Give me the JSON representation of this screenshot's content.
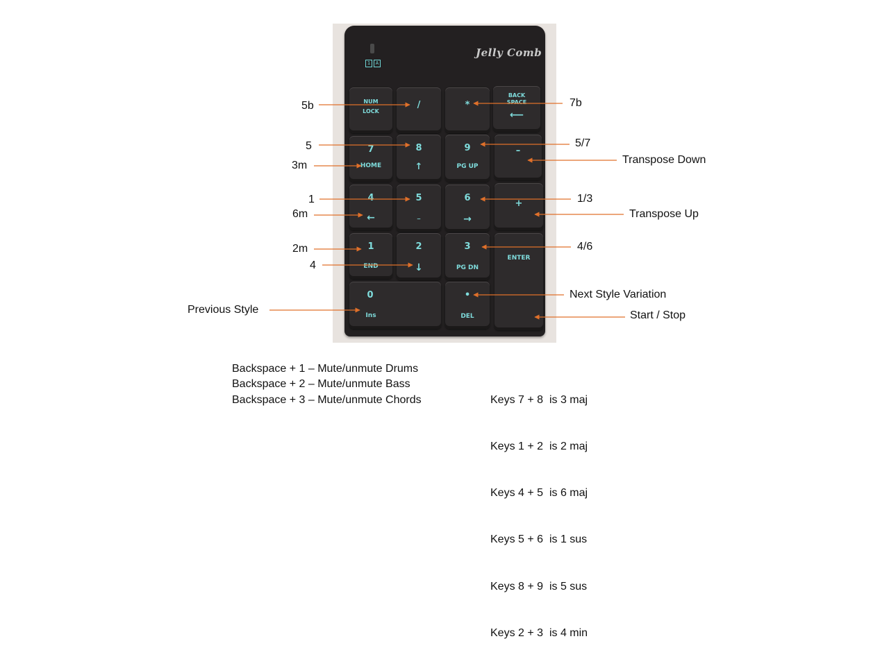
{
  "brand": "Jelly Comb",
  "indicator": [
    "1",
    "A"
  ],
  "keys": {
    "numlock": {
      "top": "NUM",
      "bot": "LOCK"
    },
    "slash": {
      "top": "/"
    },
    "star": {
      "top": "*"
    },
    "backspace": {
      "top": "BACK",
      "mid": "SPACE",
      "bot": "⟵"
    },
    "k7": {
      "top": "7",
      "bot": "HOME"
    },
    "k8": {
      "top": "8",
      "bot": "↑"
    },
    "k9": {
      "top": "9",
      "bot": "PG UP"
    },
    "minus": {
      "top": "–"
    },
    "k4": {
      "top": "4",
      "bot": "←"
    },
    "k5": {
      "top": "5",
      "bot": "_"
    },
    "k6": {
      "top": "6",
      "bot": "→"
    },
    "plus": {
      "top": "+"
    },
    "k1": {
      "top": "1",
      "bot": "END"
    },
    "k2": {
      "top": "2",
      "bot": "↓"
    },
    "k3": {
      "top": "3",
      "bot": "PG DN"
    },
    "enter": {
      "mid": "ENTER"
    },
    "k0": {
      "top": "0",
      "bot": "Ins"
    },
    "dot": {
      "top": "•",
      "bot": "DEL"
    }
  },
  "labels": {
    "l_5b": "5b",
    "l_5": "5",
    "l_3m": "3m",
    "l_1": "1",
    "l_6m": "6m",
    "l_2m": "2m",
    "l_4": "4",
    "l_prev": "Previous Style",
    "r_7b": "7b",
    "r_57": "5/7",
    "r_tdown": "Transpose Down",
    "r_13": "1/3",
    "r_tup": "Transpose Up",
    "r_46": "4/6",
    "r_next": "Next Style Variation",
    "r_start": "Start / Stop"
  },
  "mute_notes": [
    "Backspace + 1 – Mute/unmute Drums",
    "Backspace + 2 – Mute/unmute Bass",
    "Backspace + 3 – Mute/unmute Chords"
  ],
  "chord_notes": [
    "Keys 7 + 8  is 3 maj",
    "Keys 1 + 2  is 2 maj",
    "Keys 4 + 5  is 6 maj",
    "Keys 5 + 6  is 1 sus",
    "Keys 8 + 9  is 5 sus",
    "Keys 2 + 3  is 4 min"
  ],
  "colors": {
    "arrow": "#e0702a",
    "legend_text": "#7fdcdc",
    "keypad_body": "#232021"
  }
}
